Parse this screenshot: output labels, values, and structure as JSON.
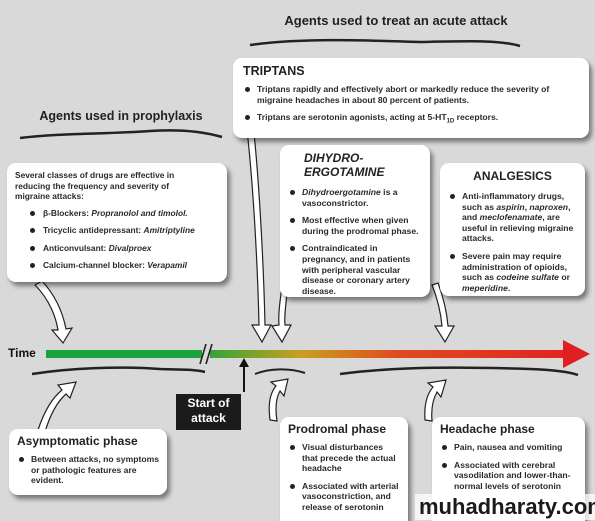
{
  "headers": {
    "acute": "Agents used to treat an acute attack",
    "prophylaxis": "Agents used in prophylaxis"
  },
  "prophylaxis_box": {
    "intro": "Several classes of drugs are effective in reducing the frequency and severity of migraine attacks:",
    "items": [
      {
        "label": "β-Blockers: ",
        "drug": "Propranolol and timolol."
      },
      {
        "label": "Tricyclic antidepressant: ",
        "drug": "Amitriptyline"
      },
      {
        "label": "Anticonvulsant: ",
        "drug": "Divalproex"
      },
      {
        "label": "Calcium-channel blocker: ",
        "drug": "Verapamil"
      }
    ]
  },
  "triptans": {
    "title": "TRIPTANS",
    "b1": "Triptans rapidly and effectively abort or markedly reduce the severity of migraine headaches in about 80 percent of patients.",
    "b2_pre": "Triptans are serotonin agonists, acting at 5-HT",
    "b2_sub": "1D",
    "b2_post": " receptors."
  },
  "dihydro": {
    "title_line1": "DIHYDRO-",
    "title_line2": "ERGOTAMINE",
    "b1_italic": "Dihydroergotamine",
    "b1_rest": " is a vasoconstrictor.",
    "b2": "Most effective when given during the prodromal phase.",
    "b3": "Contraindicated in pregnancy, and in patients with peripheral vascular disease or coronary artery disease."
  },
  "analgesics": {
    "title": "ANALGESICS",
    "b1_pre": "Anti-inflammatory drugs, such as ",
    "b1_d1": "aspirin",
    "b1_sep1": ", ",
    "b1_d2": "naproxen",
    "b1_sep2": ", and ",
    "b1_d3": "meclofenamate",
    "b1_post": ", are useful in relieving migraine attacks.",
    "b2_pre": "Severe pain may require administration of opioids, such as ",
    "b2_d1": "codeine sulfate",
    "b2_mid": " or ",
    "b2_d2": "meperidine",
    "b2_post": "."
  },
  "timeline": {
    "label": "Time",
    "start_line1": "Start of",
    "start_line2": "attack"
  },
  "asymptomatic": {
    "title": "Asymptomatic phase",
    "b1": "Between attacks, no symptoms or pathologic features are evident."
  },
  "prodromal": {
    "title": "Prodromal phase",
    "b1": "Visual disturbances that precede the actual headache",
    "b2": "Associated with arterial vasoconstriction, and release of serotonin"
  },
  "headache": {
    "title": "Headache phase",
    "b1": "Pain, nausea and vomiting",
    "b2": "Associated with cerebral vasodilation and lower-than-normal levels of serotonin"
  },
  "watermark": "muhadharaty.com",
  "colors": {
    "background": "#d9d9d9",
    "timeline_start": "#1aa33a",
    "timeline_end": "#e02020",
    "box": "#ffffff",
    "start_box": "#1b1b1b"
  }
}
